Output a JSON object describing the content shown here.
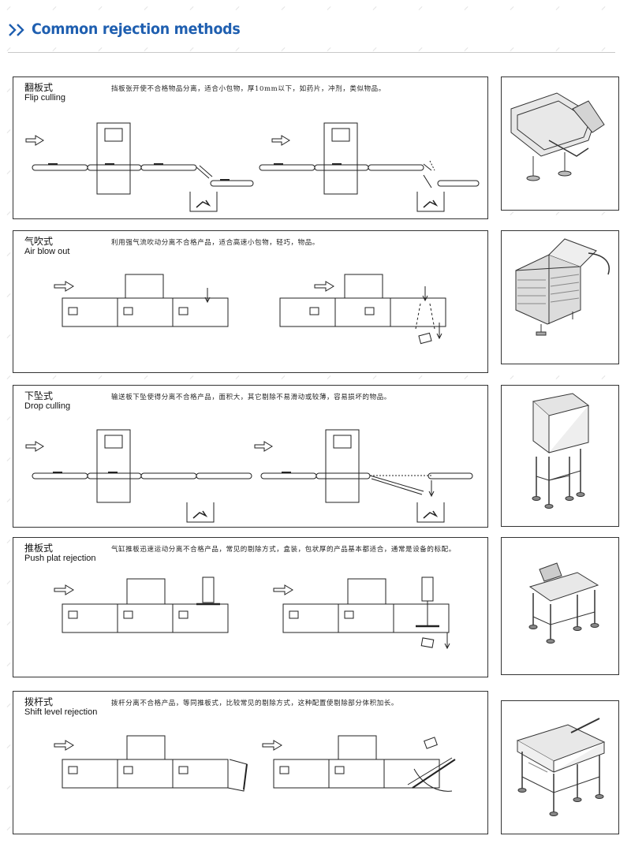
{
  "header": {
    "title": "Common rejection methods"
  },
  "sections": [
    {
      "name_cn": "翻板式",
      "name_en": "Flip culling",
      "desc": "挡板张开使不合格物品分离，适合小包物，厚10mm以下，如药片，冲剂，类似物品。",
      "photo_icon": "flip-culling-machine-photo"
    },
    {
      "name_cn": "气吹式",
      "name_en": "Air blow out",
      "desc": "利用强气流吹动分离不合格产品，适合高速小包物，轻巧，物品。",
      "photo_icon": "air-blow-machine-photo"
    },
    {
      "name_cn": "下坠式",
      "name_en": "Drop culling",
      "desc": "输送板下坠使得分离不合格产品，面积大，其它剔除不易滑动或较薄，容易损坏的物品。",
      "photo_icon": "drop-culling-machine-photo"
    },
    {
      "name_cn": "推板式",
      "name_en": "Push plat rejection",
      "desc": "气缸推板迅速运动分离不合格产品，常见的剔除方式，盒装，包状厚的产品基本都适合，通常是设备的标配。",
      "photo_icon": "push-plate-machine-photo"
    },
    {
      "name_cn": "拨杆式",
      "name_en": "Shift level rejection",
      "desc": "拨杆分离不合格产品，等同推板式，比较常见的剔除方式，这种配置使剔除部分体积加长。",
      "photo_icon": "shift-lever-machine-photo"
    }
  ]
}
